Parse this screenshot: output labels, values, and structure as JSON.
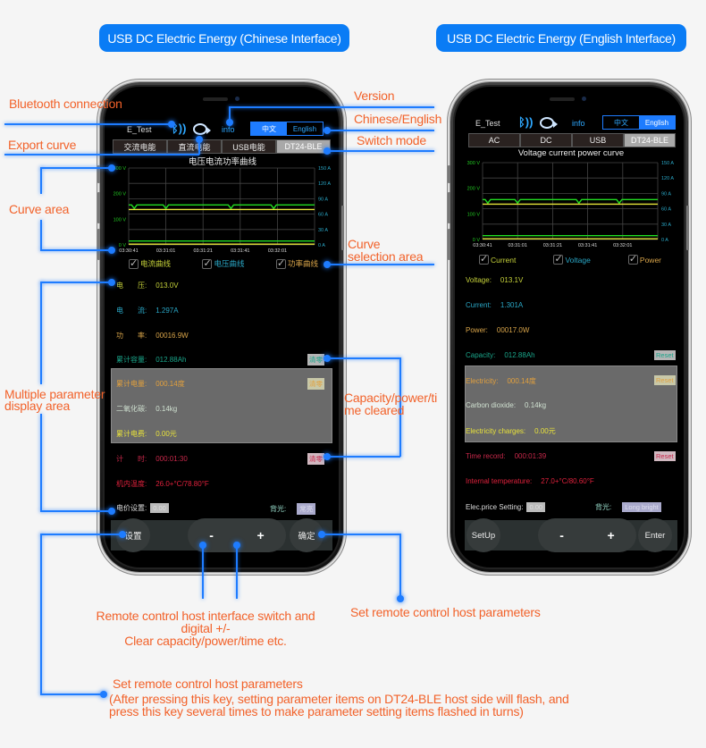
{
  "headers": {
    "chinese": "USB DC Electric Energy (Chinese Interface)",
    "english": "USB DC Electric Energy (English Interface)"
  },
  "callouts": {
    "bluetooth": "Bluetooth connection",
    "export": "Export curve",
    "curve_area": "Curve area",
    "version": "Version",
    "chinese_english": "Chinese/English",
    "switch_mode": "Switch mode",
    "curve_selection_1": "Curve",
    "curve_selection_2": "selection area",
    "multi_param_1": "Multiple parameter",
    "multi_param_2": "display area",
    "cleared_1": "Capacity/power/ti",
    "cleared_2": "me cleared",
    "remote_switch_1": "Remote control host interface switch and",
    "remote_switch_2": "digital +/-",
    "remote_switch_3": "Clear capacity/power/time etc.",
    "set_params": "Set remote control host parameters",
    "set_params_2": "Set remote control host parameters",
    "set_params_note_1": "(After pressing this key, setting parameter items on DT24-BLE host side will flash, and",
    "set_params_note_2": "press this key several times to make parameter setting items flashed in turns)"
  },
  "cn": {
    "device": "E_Test",
    "info": "info",
    "lang": [
      "中文",
      "English"
    ],
    "modes": [
      "交流电能",
      "直流电能",
      "USB电能",
      "DT24-BLE"
    ],
    "chart_title": "电压电流功率曲线",
    "checks": [
      "电流曲线",
      "电压曲线",
      "功率曲线"
    ],
    "params": {
      "voltage_k": "电　　压:",
      "voltage_v": "013.0V",
      "current_k": "电　　流:",
      "current_v": "1.297A",
      "power_k": "功　　率:",
      "power_v": "00016.9W",
      "capacity_k": "累计容量:",
      "capacity_v": "012.88Ah",
      "energy_k": "累计电量:",
      "energy_v": "000.14度",
      "co2_k": "二氧化碳:",
      "co2_v": "0.14kg",
      "cost_k": "累计电费:",
      "cost_v": "0.00元",
      "time_k": "计　　时:",
      "time_v": "000:01:30",
      "temp_k": "机内温度:",
      "temp_v": "26.0+°C/78.80°F",
      "price_k": "电价设置:",
      "price_v": "0.00",
      "backlight_k": "背光:",
      "backlight_v": "常亮"
    },
    "reset": "清零",
    "buttons": {
      "setup": "设置",
      "minus": "-",
      "plus": "+",
      "enter": "确定"
    }
  },
  "en": {
    "device": "E_Test",
    "info": "info",
    "lang": [
      "中文",
      "English"
    ],
    "modes": [
      "AC",
      "DC",
      "USB",
      "DT24-BLE"
    ],
    "chart_title": "Voltage current power curve",
    "checks": [
      "Current",
      "Voltage",
      "Power"
    ],
    "params": {
      "voltage_k": "Voltage:",
      "voltage_v": "013.1V",
      "current_k": "Current:",
      "current_v": "1.301A",
      "power_k": "Power:",
      "power_v": "00017.0W",
      "capacity_k": "Capacity:",
      "capacity_v": "012.88Ah",
      "energy_k": "Electricity:",
      "energy_v": "000.14度",
      "co2_k": "Carbon dioxide:",
      "co2_v": "0.14kg",
      "cost_k": "Electricity charges:",
      "cost_v": "0.00元",
      "time_k": "Time record:",
      "time_v": "000:01:39",
      "temp_k": "Internal temperature:",
      "temp_v": "27.0+°C/80.60°F",
      "price_k": "Elec.price Setting:",
      "price_v": "0.00",
      "backlight_k": "背光:",
      "backlight_v": "Long bright"
    },
    "reset": "Reset",
    "buttons": {
      "setup": "SetUp",
      "minus": "-",
      "plus": "+",
      "enter": "Enter"
    }
  },
  "chart_data": {
    "type": "line",
    "x_ticks": [
      "03:30:41",
      "03:31:01",
      "03:31:21",
      "03:31:41",
      "03:32:01"
    ],
    "y_left_ticks": [
      "0 V",
      "100 V",
      "200 V",
      "300 V"
    ],
    "y_right_ticks": [
      "0 A",
      "30 A",
      "60 A",
      "90 A",
      "120 A",
      "150 A"
    ],
    "y_left_range": [
      0,
      300
    ],
    "y_right_range": [
      0,
      150
    ],
    "series": [
      {
        "name": "voltage-green-upper",
        "color": "#22dd22",
        "level": 0.52,
        "dips": [
          0.03,
          0.2,
          0.55,
          0.78
        ]
      },
      {
        "name": "power-yellow-upper",
        "color": "#e8e83a",
        "level": 0.46,
        "dips": []
      },
      {
        "name": "current-green-lower",
        "color": "#22dd22",
        "level": 0.05,
        "dips": []
      },
      {
        "name": "power-yellow-lower",
        "color": "#e8e83a",
        "level": 0.01,
        "dips": []
      }
    ]
  },
  "colors": {
    "accent_blue": "#1e7cff",
    "callout_orange": "#f2622a",
    "voltage": "#c6d23a",
    "current": "#2aa7c6",
    "power": "#d9a54a",
    "capacity": "#1aa58a",
    "energy": "#e2a03d",
    "time": "#c8284a",
    "temp": "#e0213c"
  }
}
